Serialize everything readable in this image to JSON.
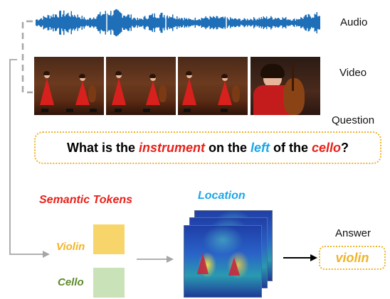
{
  "labels": {
    "audio": "Audio",
    "video": "Video",
    "question": "Question",
    "answer": "Answer"
  },
  "question": {
    "part1": "What is the ",
    "highlight1": "instrument",
    "part2": " on the ",
    "highlight2": "left",
    "part3": " of the ",
    "highlight3": "cello",
    "part4": "?"
  },
  "semantic_tokens": {
    "title": "Semantic Tokens",
    "tokens": [
      {
        "label": "Violin",
        "color": "#f7d56b",
        "label_color": "#f0b429"
      },
      {
        "label": "Cello",
        "color": "#c9e2b8",
        "label_color": "#5e8a2c"
      }
    ]
  },
  "location": {
    "title": "Location"
  },
  "answer": {
    "value": "violin"
  },
  "colors": {
    "waveform": "#1e6fb8",
    "red_highlight": "#e8211a",
    "blue_highlight": "#1aa7e8",
    "answer_border": "#f0b429",
    "arrow_gray": "#a6a6a6",
    "arrow_dark": "#000000"
  }
}
